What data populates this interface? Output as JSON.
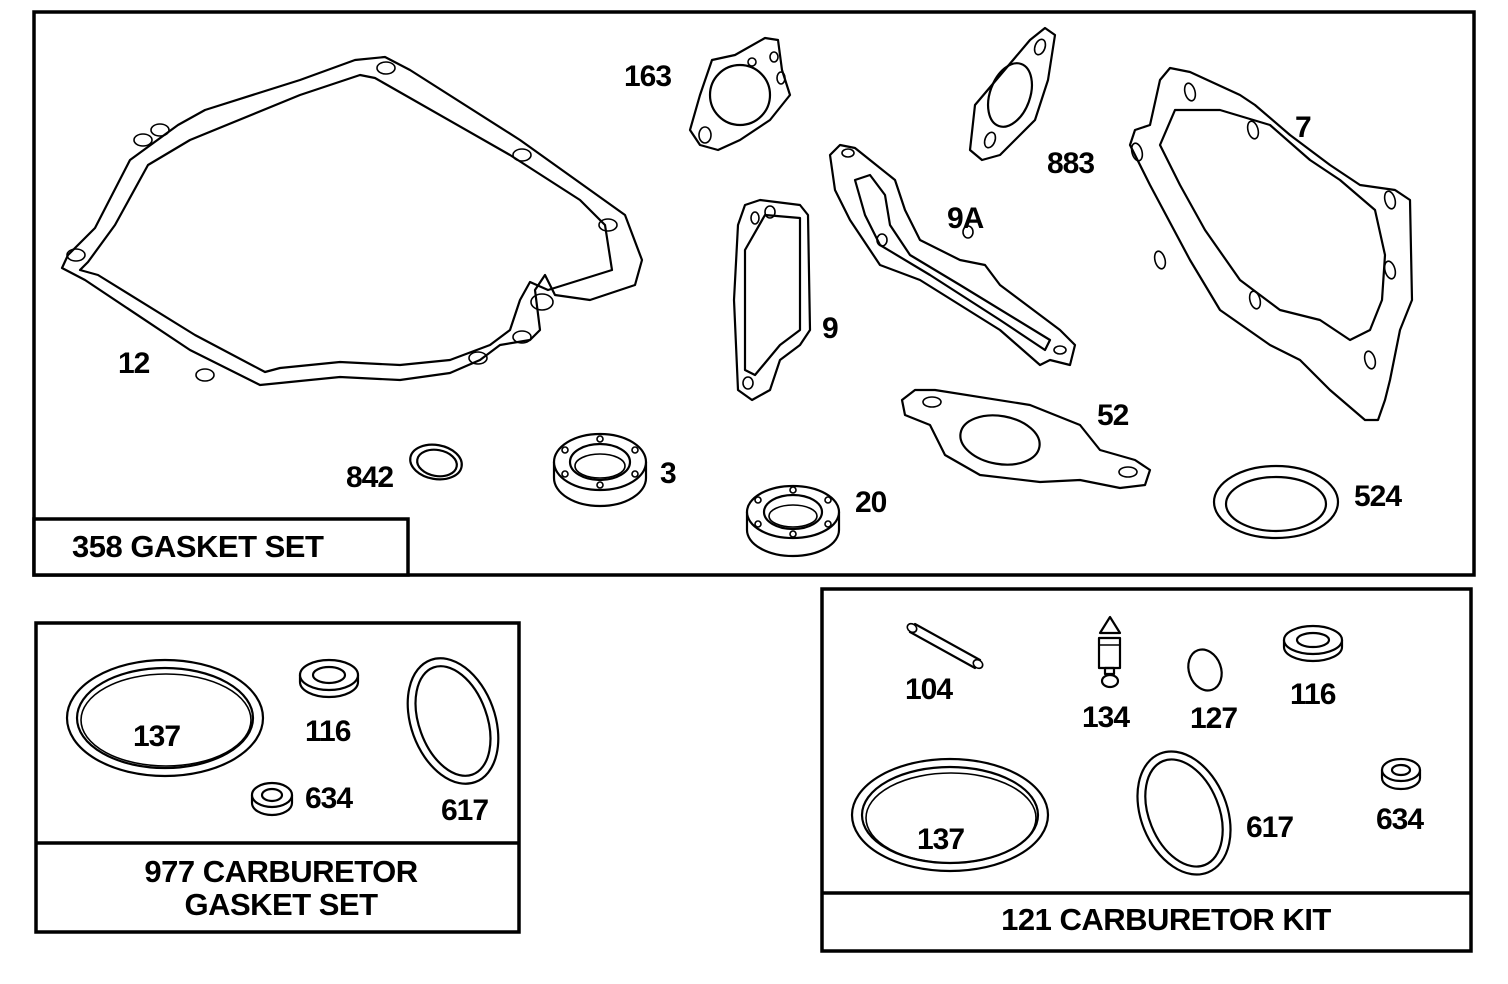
{
  "diagram": {
    "kits": [
      {
        "title_lines": [
          "358 GASKET SET"
        ],
        "parts": [
          {
            "number": "12",
            "name": "crankcase-gasket"
          },
          {
            "number": "163",
            "name": "intake-gasket"
          },
          {
            "number": "883",
            "name": "exhaust-gasket"
          },
          {
            "number": "7",
            "name": "cylinder-head-gasket"
          },
          {
            "number": "9A",
            "name": "breather-tube-gasket"
          },
          {
            "number": "9",
            "name": "breather-gasket"
          },
          {
            "number": "52",
            "name": "muffler-gasket"
          },
          {
            "number": "842",
            "name": "o-ring"
          },
          {
            "number": "3",
            "name": "oil-seal"
          },
          {
            "number": "20",
            "name": "oil-seal"
          },
          {
            "number": "524",
            "name": "seal-ring"
          }
        ]
      },
      {
        "title_lines": [
          "977 CARBURETOR",
          "GASKET SET"
        ],
        "parts": [
          {
            "number": "137",
            "name": "float-bowl-gasket"
          },
          {
            "number": "116",
            "name": "washer"
          },
          {
            "number": "634",
            "name": "washer"
          },
          {
            "number": "617",
            "name": "o-ring"
          }
        ]
      },
      {
        "title_lines": [
          "121 CARBURETOR KIT"
        ],
        "parts": [
          {
            "number": "104",
            "name": "float-pin"
          },
          {
            "number": "134",
            "name": "inlet-needle"
          },
          {
            "number": "127",
            "name": "welch-plug"
          },
          {
            "number": "116",
            "name": "washer"
          },
          {
            "number": "137",
            "name": "float-bowl-gasket"
          },
          {
            "number": "617",
            "name": "o-ring"
          },
          {
            "number": "634",
            "name": "washer"
          }
        ]
      }
    ]
  }
}
